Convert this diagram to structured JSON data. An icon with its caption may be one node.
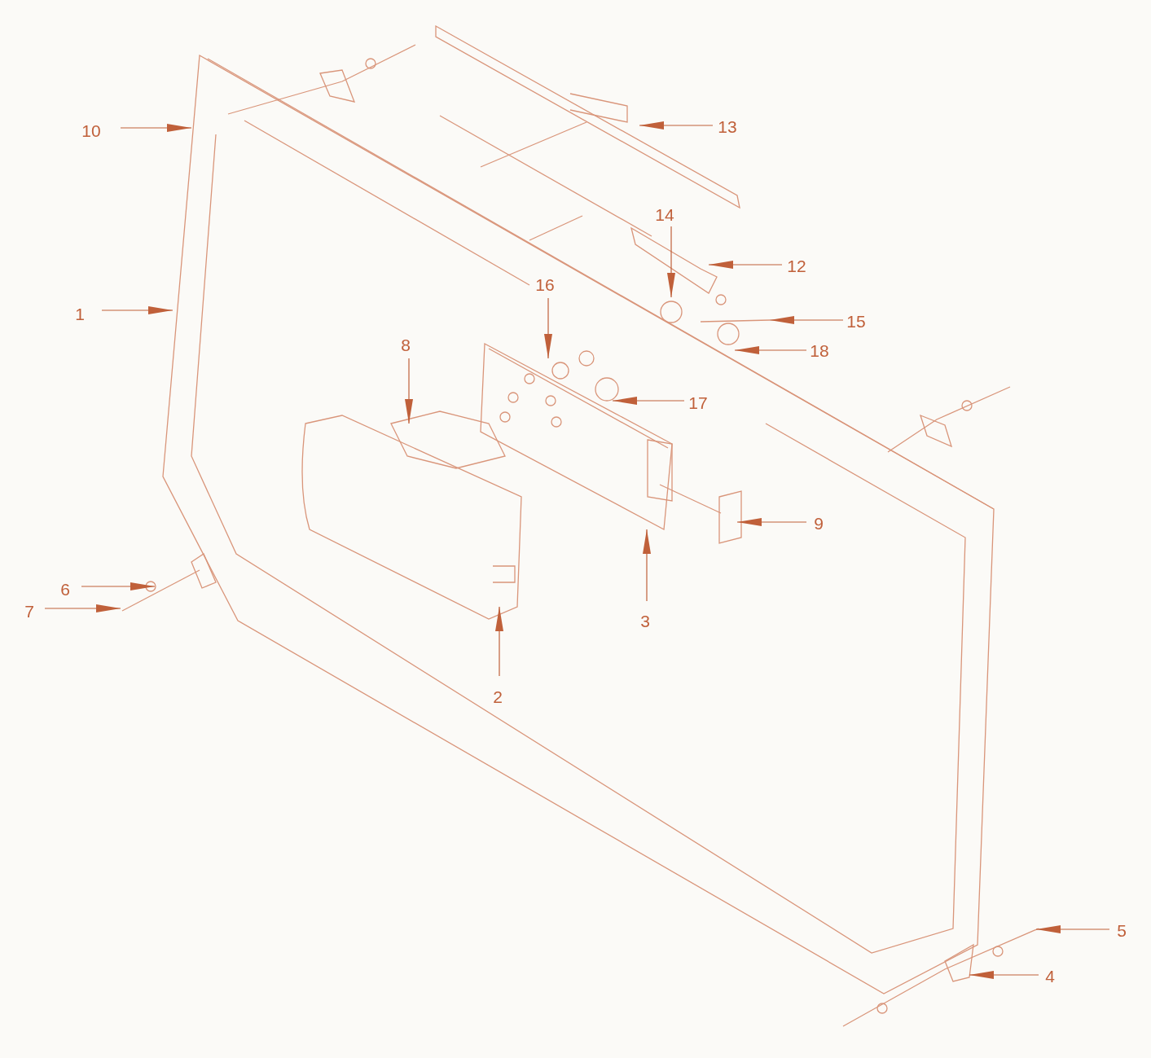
{
  "diagram": {
    "nodes": [
      {
        "text": [
          "1"
        ]
      },
      {
        "text": [
          "2"
        ]
      },
      {
        "text": [
          "3"
        ]
      },
      {
        "text": [
          "4"
        ]
      },
      {
        "text": [
          "5"
        ]
      },
      {
        "text": [
          "6"
        ]
      },
      {
        "text": [
          "7"
        ]
      },
      {
        "text": [
          "8"
        ]
      },
      {
        "text": [
          "9"
        ]
      },
      {
        "text": [
          "10"
        ]
      },
      {
        "text": [
          "12"
        ]
      },
      {
        "text": [
          "13"
        ]
      },
      {
        "text": [
          "14"
        ]
      },
      {
        "text": [
          "15"
        ]
      },
      {
        "text": [
          "16"
        ]
      },
      {
        "text": [
          "17"
        ]
      },
      {
        "text": [
          "18"
        ]
      }
    ],
    "edges": [
      {
        "from": 0,
        "to": null,
        "arrow": "to"
      },
      {
        "from": 1,
        "to": null,
        "arrow": "to"
      },
      {
        "from": 2,
        "to": null,
        "arrow": "to"
      },
      {
        "from": 3,
        "to": null,
        "arrow": "to"
      },
      {
        "from": 4,
        "to": null,
        "arrow": "to"
      },
      {
        "from": 5,
        "to": null,
        "arrow": "to"
      },
      {
        "from": 6,
        "to": null,
        "arrow": "to"
      },
      {
        "from": 7,
        "to": null,
        "arrow": "to"
      },
      {
        "from": 8,
        "to": null,
        "arrow": "to"
      },
      {
        "from": 9,
        "to": null,
        "arrow": "to"
      },
      {
        "from": 10,
        "to": null,
        "arrow": "to"
      },
      {
        "from": 11,
        "to": null,
        "arrow": "to"
      },
      {
        "from": 12,
        "to": null,
        "arrow": "to"
      },
      {
        "from": 13,
        "to": null,
        "arrow": "to"
      },
      {
        "from": 14,
        "to": null,
        "arrow": "to"
      },
      {
        "from": 15,
        "to": null,
        "arrow": "to"
      },
      {
        "from": 16,
        "to": null,
        "arrow": "to"
      }
    ]
  }
}
